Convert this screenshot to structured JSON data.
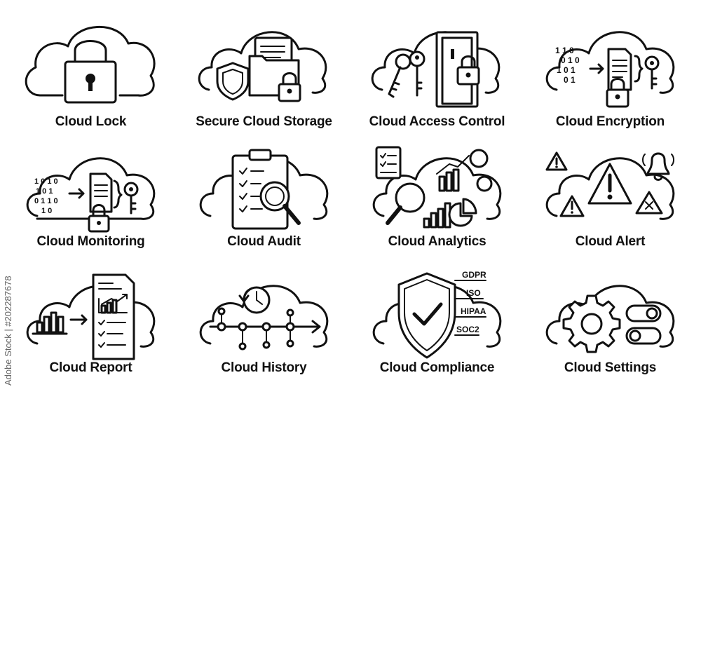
{
  "icons": [
    {
      "label": "Cloud Lock",
      "icon": "cloud-lock-icon"
    },
    {
      "label": "Secure Cloud Storage",
      "icon": "secure-cloud-storage-icon"
    },
    {
      "label": "Cloud Access Control",
      "icon": "cloud-access-control-icon"
    },
    {
      "label": "Cloud Encryption",
      "icon": "cloud-encryption-icon"
    },
    {
      "label": "Cloud Monitoring",
      "icon": "cloud-monitoring-icon"
    },
    {
      "label": "Cloud Audit",
      "icon": "cloud-audit-icon"
    },
    {
      "label": "Cloud Analytics",
      "icon": "cloud-analytics-icon"
    },
    {
      "label": "Cloud Alert",
      "icon": "cloud-alert-icon"
    },
    {
      "label": "Cloud Report",
      "icon": "cloud-report-icon"
    },
    {
      "label": "Cloud History",
      "icon": "cloud-history-icon"
    },
    {
      "label": "Cloud Compliance",
      "icon": "cloud-compliance-icon"
    },
    {
      "label": "Cloud Settings",
      "icon": "cloud-settings-icon"
    }
  ],
  "compliance_tags": [
    "GDPR",
    "ISO",
    "HIPAA",
    "SOC2"
  ],
  "binary_rows_encryption": [
    "1 1 0",
    "0 1 0",
    "1 0 1",
    "0 1"
  ],
  "binary_rows_monitoring": [
    "1 0 1 0",
    "1 0 1",
    "0 1 1 0",
    "1 0"
  ],
  "stock_watermark": "Adobe Stock | #202287678",
  "colors": {
    "stroke": "#111111",
    "background": "#ffffff",
    "watermark": "#666666"
  }
}
